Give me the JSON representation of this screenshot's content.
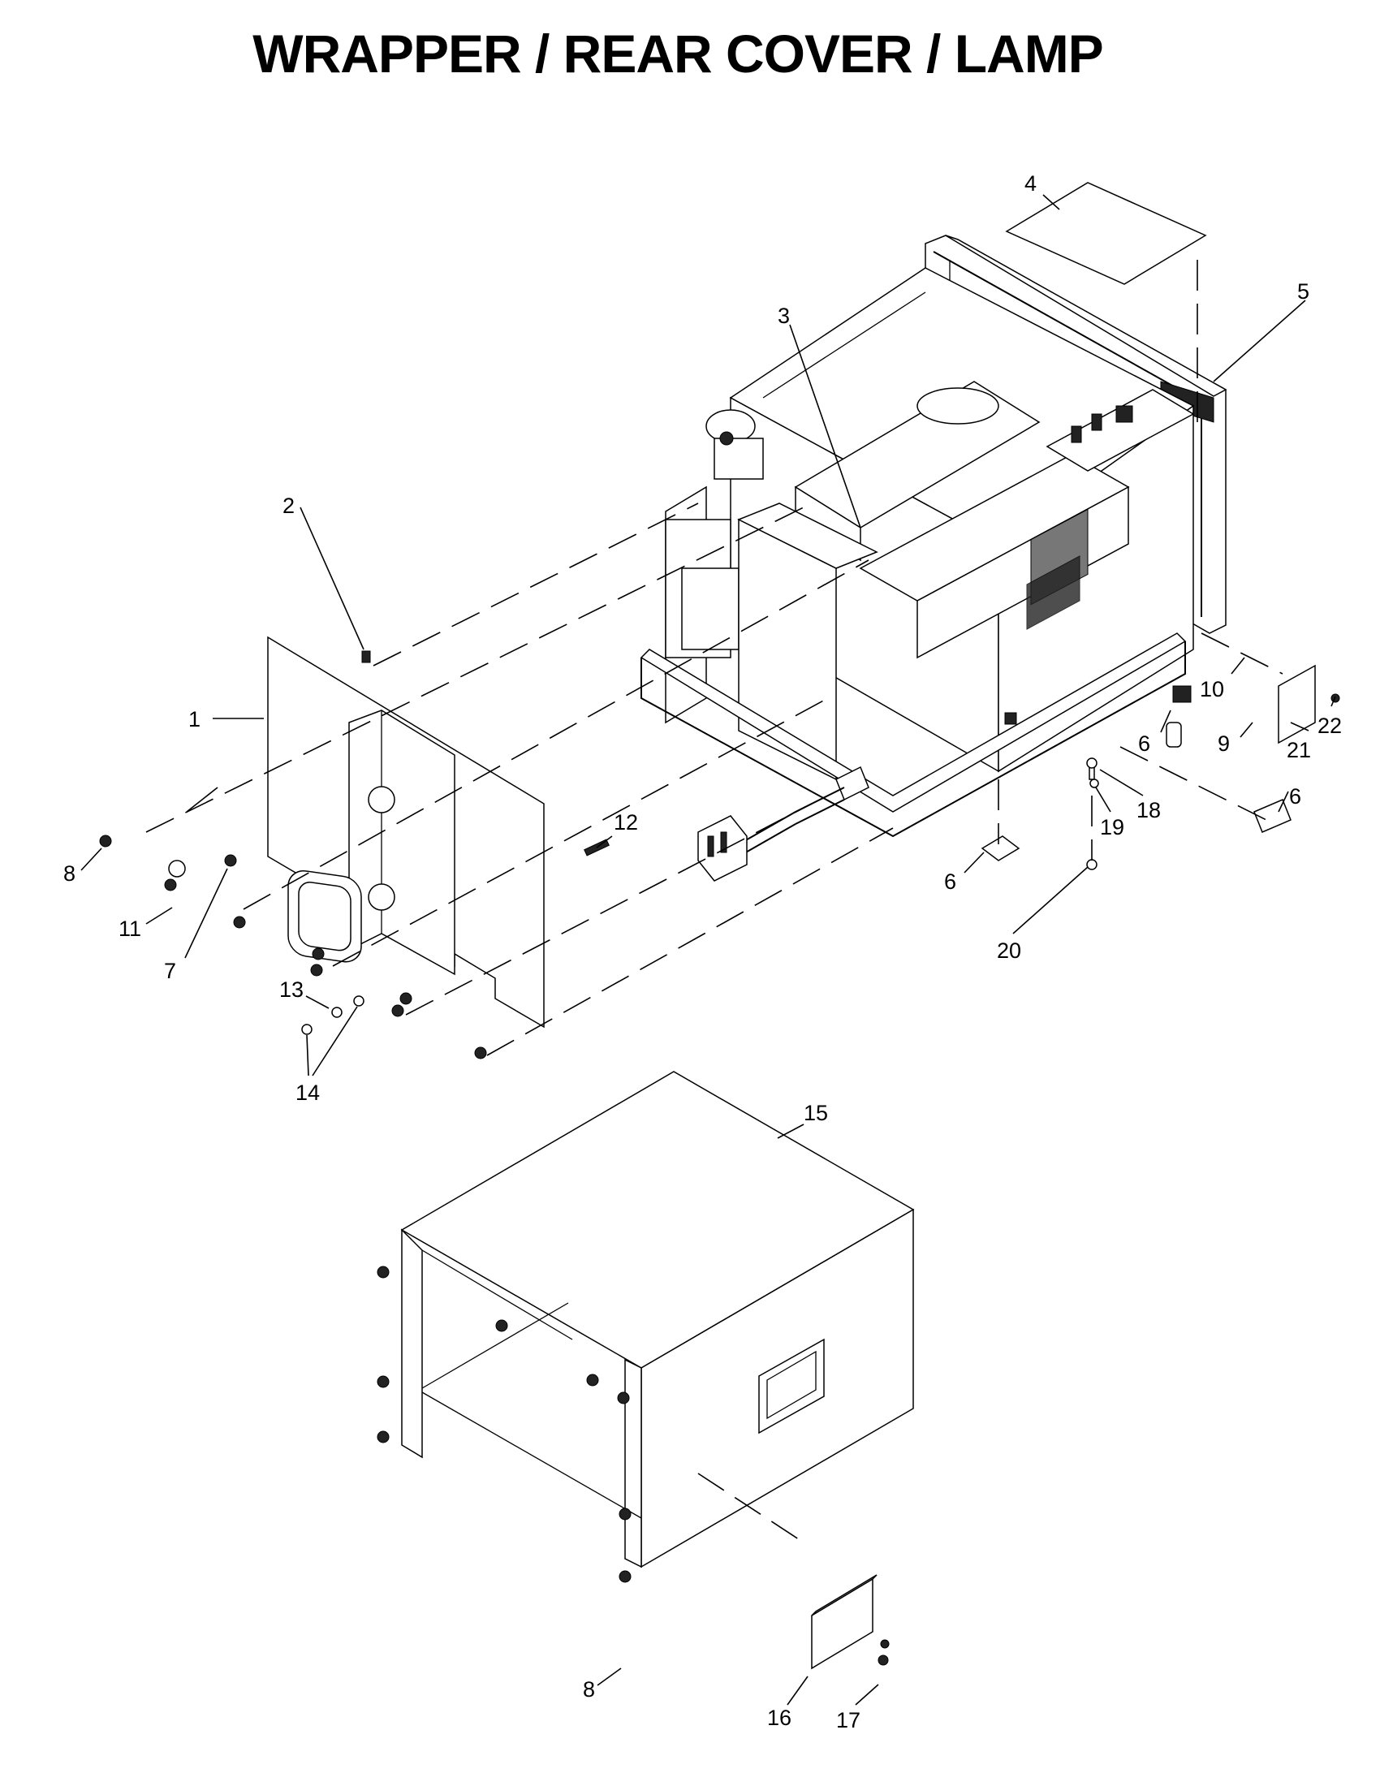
{
  "title": "WRAPPER / REAR COVER / LAMP",
  "callouts": [
    {
      "id": "c1",
      "label": "1"
    },
    {
      "id": "c2",
      "label": "2"
    },
    {
      "id": "c3",
      "label": "3"
    },
    {
      "id": "c4",
      "label": "4"
    },
    {
      "id": "c5",
      "label": "5"
    },
    {
      "id": "c6a",
      "label": "6"
    },
    {
      "id": "c6b",
      "label": "6"
    },
    {
      "id": "c6c",
      "label": "6"
    },
    {
      "id": "c7",
      "label": "7"
    },
    {
      "id": "c8a",
      "label": "8"
    },
    {
      "id": "c8b",
      "label": "8"
    },
    {
      "id": "c9",
      "label": "9"
    },
    {
      "id": "c10",
      "label": "10"
    },
    {
      "id": "c11",
      "label": "11"
    },
    {
      "id": "c12",
      "label": "12"
    },
    {
      "id": "c13",
      "label": "13"
    },
    {
      "id": "c14",
      "label": "14"
    },
    {
      "id": "c15",
      "label": "15"
    },
    {
      "id": "c16",
      "label": "16"
    },
    {
      "id": "c17",
      "label": "17"
    },
    {
      "id": "c18",
      "label": "18"
    },
    {
      "id": "c19",
      "label": "19"
    },
    {
      "id": "c20",
      "label": "20"
    },
    {
      "id": "c21",
      "label": "21"
    },
    {
      "id": "c22",
      "label": "22"
    }
  ]
}
